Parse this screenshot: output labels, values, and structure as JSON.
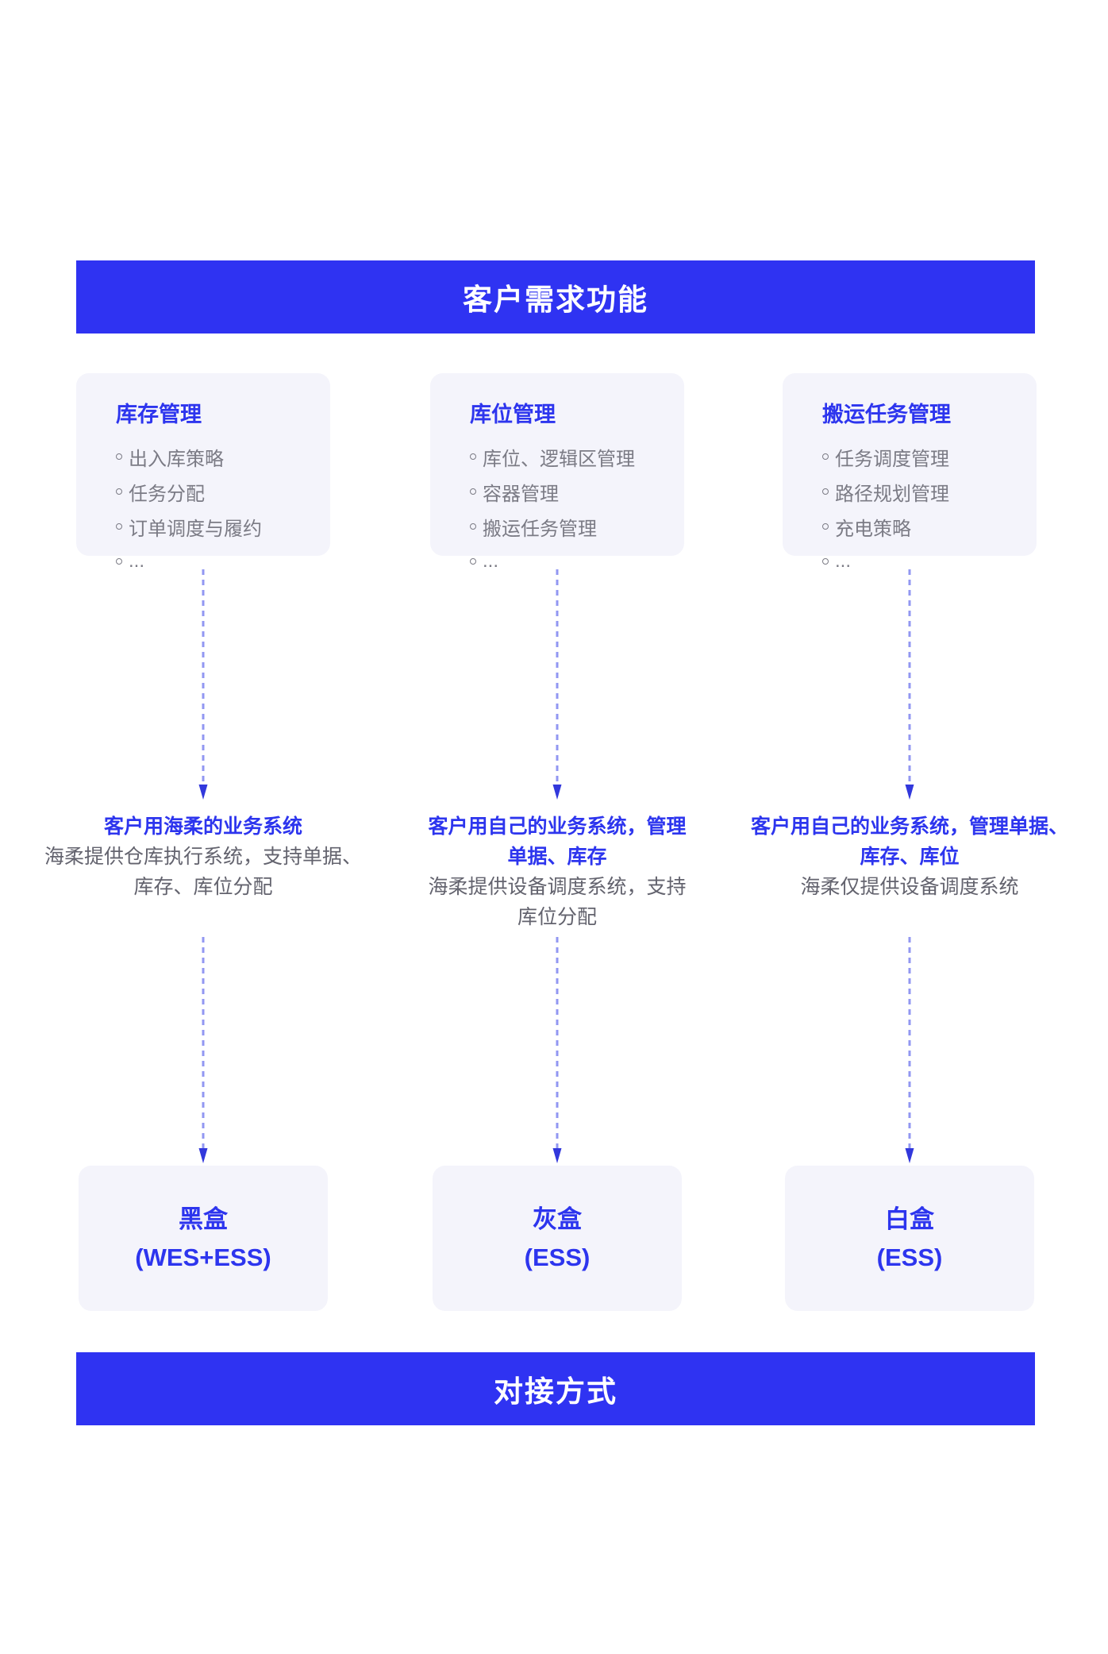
{
  "top_banner": {
    "title": "客户需求功能"
  },
  "bottom_banner": {
    "title": "对接方式"
  },
  "colors": {
    "banner_blue": "#2F33F2",
    "accent_blue": "#2D35EE",
    "card_bg": "#F4F4FB",
    "bullet_gray": "#7B7B85",
    "desc_gray": "#63636E",
    "arrow_dash": "#9297F2",
    "arrow_head": "#3238DC"
  },
  "columns": [
    {
      "card": {
        "title": "库存管理",
        "items": [
          "出入库策略",
          "任务分配",
          "订单调度与履约",
          "..."
        ]
      },
      "note": {
        "lines": [
          {
            "text": "客户用海柔的业务系统",
            "style": "blue"
          },
          {
            "text": "海柔提供仓库执行系统，支持单据、",
            "style": "gray"
          },
          {
            "text": "库存、库位分配",
            "style": "gray"
          }
        ]
      },
      "box": {
        "title": "黑盒",
        "subtitle": "(WES+ESS)"
      }
    },
    {
      "card": {
        "title": "库位管理",
        "items": [
          "库位、逻辑区管理",
          "容器管理",
          "搬运任务管理",
          "..."
        ]
      },
      "note": {
        "lines": [
          {
            "text": "客户用自己的业务系统，管理",
            "style": "blue"
          },
          {
            "text": "单据、库存",
            "style": "blue"
          },
          {
            "text": "海柔提供设备调度系统，支持",
            "style": "gray"
          },
          {
            "text": "库位分配",
            "style": "gray"
          }
        ]
      },
      "box": {
        "title": "灰盒",
        "subtitle": "(ESS)"
      }
    },
    {
      "card": {
        "title": "搬运任务管理",
        "items": [
          "任务调度管理",
          "路径规划管理",
          "充电策略",
          "..."
        ]
      },
      "note": {
        "lines": [
          {
            "text": "客户用自己的业务系统，管理单据、",
            "style": "blue"
          },
          {
            "text": "库存、库位",
            "style": "blue"
          },
          {
            "text": "海柔仅提供设备调度系统",
            "style": "gray"
          }
        ]
      },
      "box": {
        "title": "白盒",
        "subtitle": "(ESS)"
      }
    }
  ]
}
